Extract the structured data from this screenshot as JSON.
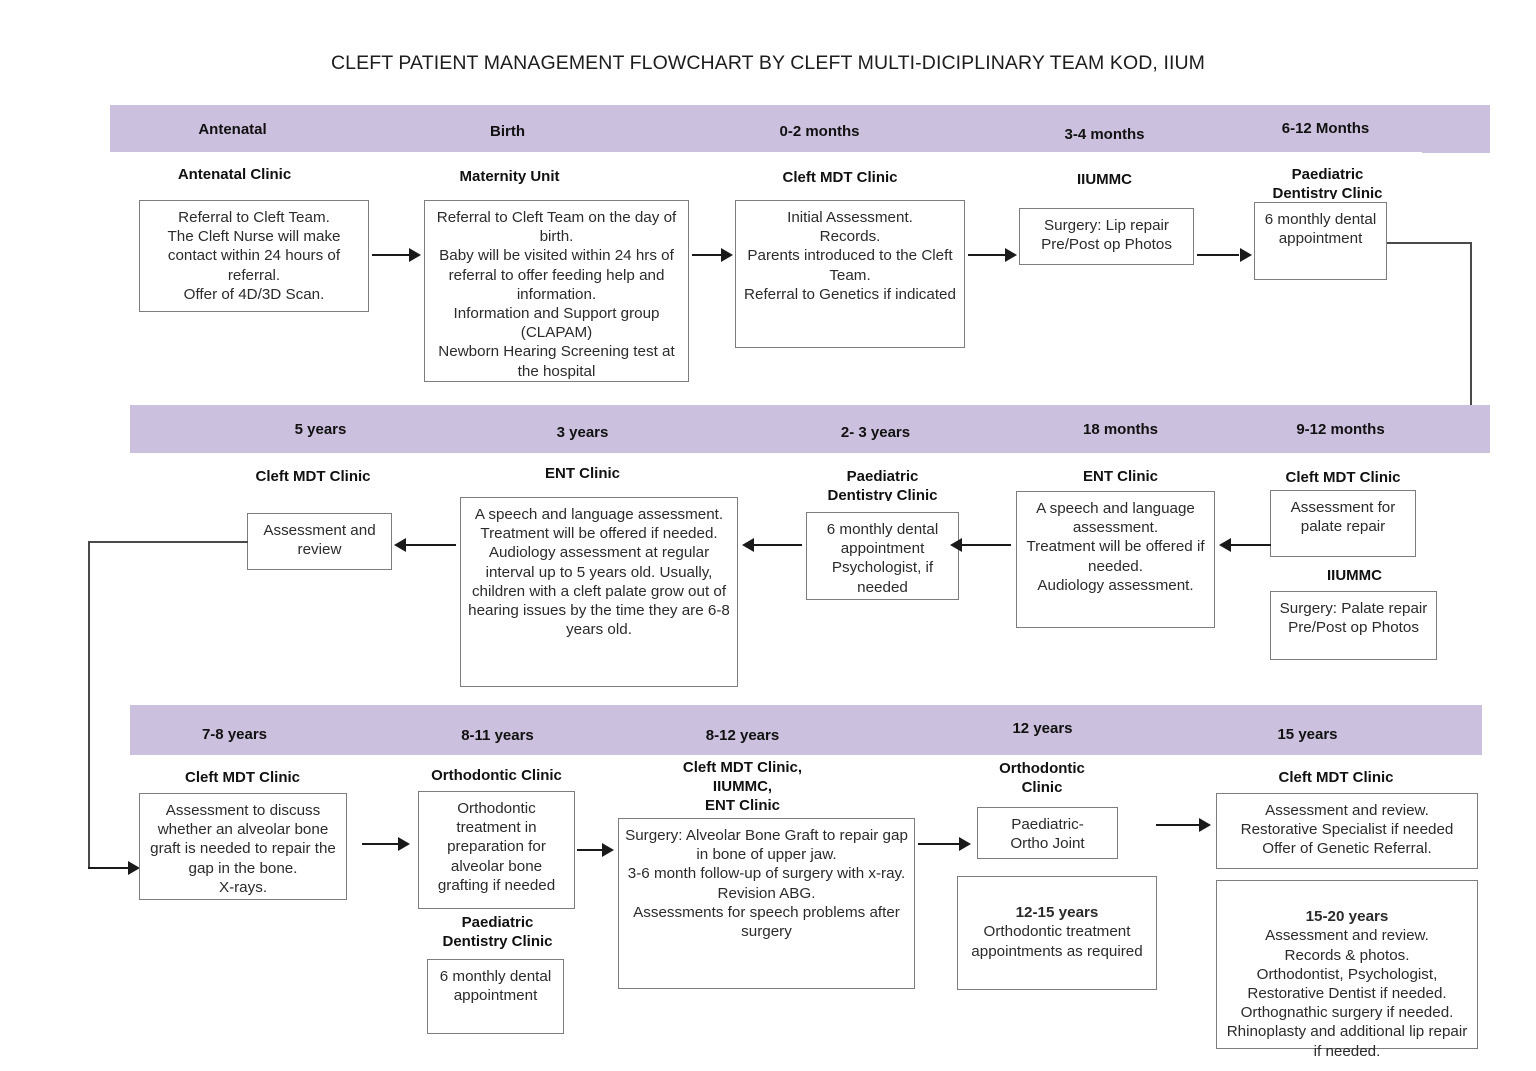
{
  "title": "CLEFT PATIENT MANAGEMENT FLOWCHART BY CLEFT MULTI-DICIPLINARY TEAM KOD, IIUM",
  "colors": {
    "band": "#cbc0dd",
    "box_border": "#7d7d7d",
    "connector": "#1a1a1a",
    "text": "#2b2b2b"
  },
  "rows": [
    {
      "name": "row-1-infancy",
      "periods": [
        "Antenatal",
        "Birth",
        "0-2 months",
        "3-4 months",
        "6-12 Months"
      ],
      "stages": [
        {
          "period": "Antenatal",
          "clinic": "Antenatal Clinic",
          "body": "Referral to Cleft Team.\nThe Cleft Nurse will make contact within 24 hours of referral.\nOffer of 4D/3D Scan."
        },
        {
          "period": "Birth",
          "clinic": "Maternity Unit",
          "body": "Referral to Cleft Team on the day of birth.\nBaby will be visited within 24 hrs of referral to offer feeding help and information.\nInformation and Support group (CLAPAM)\nNewborn Hearing Screening test at the hospital"
        },
        {
          "period": "0-2 months",
          "clinic": "Cleft MDT Clinic",
          "body": "Initial Assessment.\nRecords.\nParents introduced to the Cleft Team.\nReferral to Genetics if indicated"
        },
        {
          "period": "3-4 months",
          "clinic": "IIUMMC",
          "body": "Surgery:  Lip repair Pre/Post op Photos"
        },
        {
          "period": "6-12 Months",
          "clinic": "Paediatric\nDentistry Clinic",
          "body": "6 monthly dental appointment"
        }
      ]
    },
    {
      "name": "row-2-early-childhood",
      "periods": [
        "5 years",
        "3 years",
        "2- 3 years",
        "18 months",
        "9-12 months"
      ],
      "stages": [
        {
          "period": "5 years",
          "clinic": "Cleft MDT Clinic",
          "body": "Assessment and review"
        },
        {
          "period": "3 years",
          "clinic": "ENT Clinic",
          "body": "A speech and language assessment.\nTreatment will be offered if needed.\nAudiology assessment at regular interval up to 5 years old. Usually, children with a cleft palate grow out of hearing issues by the time they are 6-8 years old."
        },
        {
          "period": "2- 3 years",
          "clinic": "Paediatric\nDentistry Clinic",
          "body": "6 monthly dental appointment Psychologist, if needed"
        },
        {
          "period": "18 months",
          "clinic": "ENT Clinic",
          "body": "A speech and language assessment.\nTreatment will be offered if needed.\nAudiology assessment."
        },
        {
          "period": "9-12 months",
          "clinic": "Cleft MDT Clinic",
          "body": "Assessment for palate repair",
          "clinic_2": "IIUMMC",
          "body_2": "Surgery: Palate repair Pre/Post op Photos"
        }
      ]
    },
    {
      "name": "row-3-school-age",
      "periods": [
        "7-8 years",
        "8-11 years",
        "8-12 years",
        "12 years",
        "15 years"
      ],
      "stages": [
        {
          "period": "7-8 years",
          "clinic": "Cleft MDT Clinic",
          "body": "Assessment to discuss whether an alveolar bone graft is needed to repair the gap in the bone.\nX-rays."
        },
        {
          "period": "8-11 years",
          "clinic": "Orthodontic Clinic",
          "body": "Orthodontic treatment in preparation for alveolar bone grafting if needed",
          "clinic_2": "Paediatric\nDentistry Clinic",
          "body_2": "6 monthly dental appointment"
        },
        {
          "period": "8-12 years",
          "clinic": "Cleft MDT Clinic,\nIIUMMC,\nENT Clinic",
          "body": "Surgery: Alveolar Bone Graft to repair gap in bone of upper jaw.\n3-6 month follow-up of surgery with x-ray. Revision ABG.\nAssessments for speech problems after surgery"
        },
        {
          "period": "12 years",
          "clinic": "Orthodontic\nClinic",
          "body": "Paediatric-\nOrtho Joint",
          "body_2_heading": "12-15 years",
          "body_2": "Orthodontic treatment appointments as required"
        },
        {
          "period": "15 years",
          "clinic": "Cleft MDT Clinic",
          "body": "Assessment and review.\nRestorative Specialist if needed\nOffer of Genetic Referral.",
          "body_2_heading": "15-20 years",
          "body_2": "Assessment and review.\nRecords & photos.\nOrthodontist, Psychologist, Restorative Dentist if needed.\nOrthognathic surgery if needed.\nRhinoplasty and additional lip repair if needed."
        }
      ]
    }
  ]
}
